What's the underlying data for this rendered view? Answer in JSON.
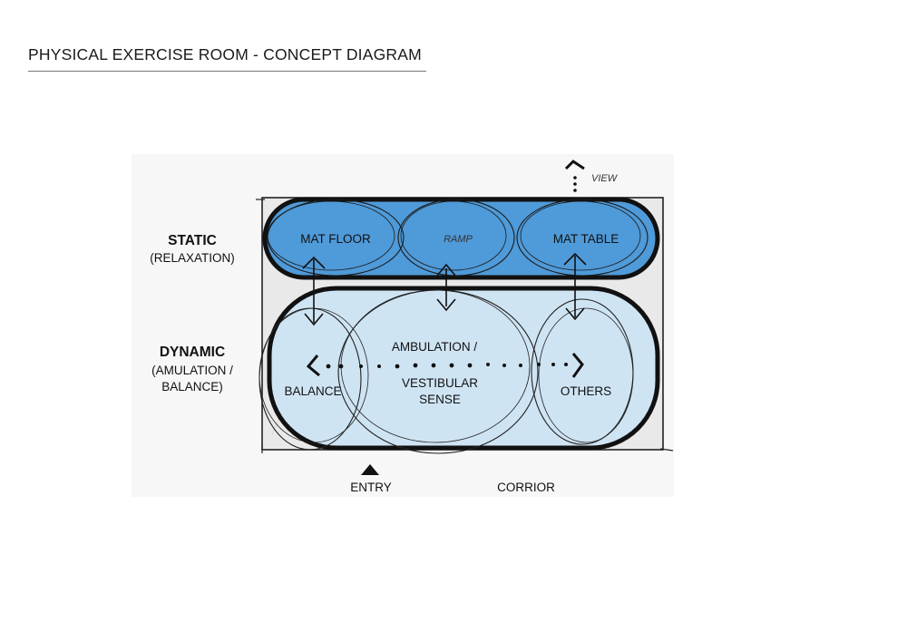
{
  "title": "PHYSICAL EXERCISE ROOM - CONCEPT DIAGRAM",
  "labels": {
    "static": "STATIC",
    "static_sub": "(RELAXATION)",
    "dynamic": "DYNAMIC",
    "dynamic_sub_1": "(AMULATION /",
    "dynamic_sub_2": "BALANCE)",
    "view": "VIEW",
    "entry": "ENTRY",
    "corridor": "CORRIOR"
  },
  "static_zone": {
    "mat_floor": "MAT FLOOR",
    "ramp": "RAMP",
    "mat_table": "MAT TABLE"
  },
  "dynamic_zone": {
    "balance": "BALANCE",
    "ambulation_1": "AMBULATION /",
    "ambulation_2": "VESTIBULAR",
    "ambulation_3": "SENSE",
    "others": "OTHERS"
  },
  "colors": {
    "static_fill": "#4f9ad8",
    "dynamic_fill": "#cfe4f3",
    "room_fill": "#e9e9e9",
    "outline": "#111111"
  }
}
